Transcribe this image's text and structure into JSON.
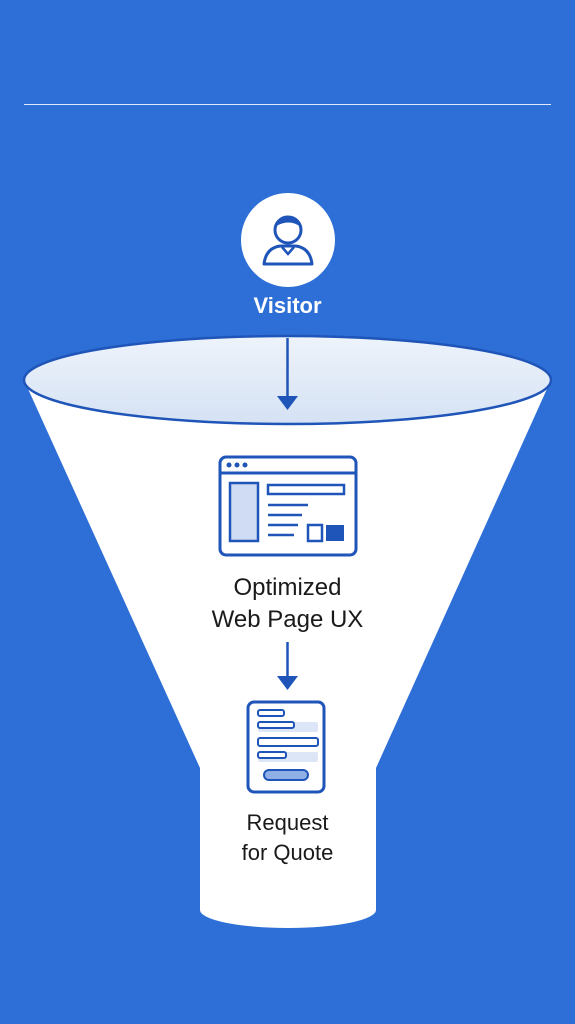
{
  "stages": [
    {
      "label": "Visitor",
      "icon": "user-icon"
    },
    {
      "label_lines": [
        "Optimized",
        "Web Page UX"
      ],
      "icon": "webpage-icon"
    },
    {
      "label_lines": [
        "Request",
        "for Quote"
      ],
      "icon": "form-icon"
    }
  ],
  "colors": {
    "background": "#2d6fd6",
    "funnel": "#ffffff",
    "accent": "#1f55b8",
    "text": "#1a1a1a"
  }
}
